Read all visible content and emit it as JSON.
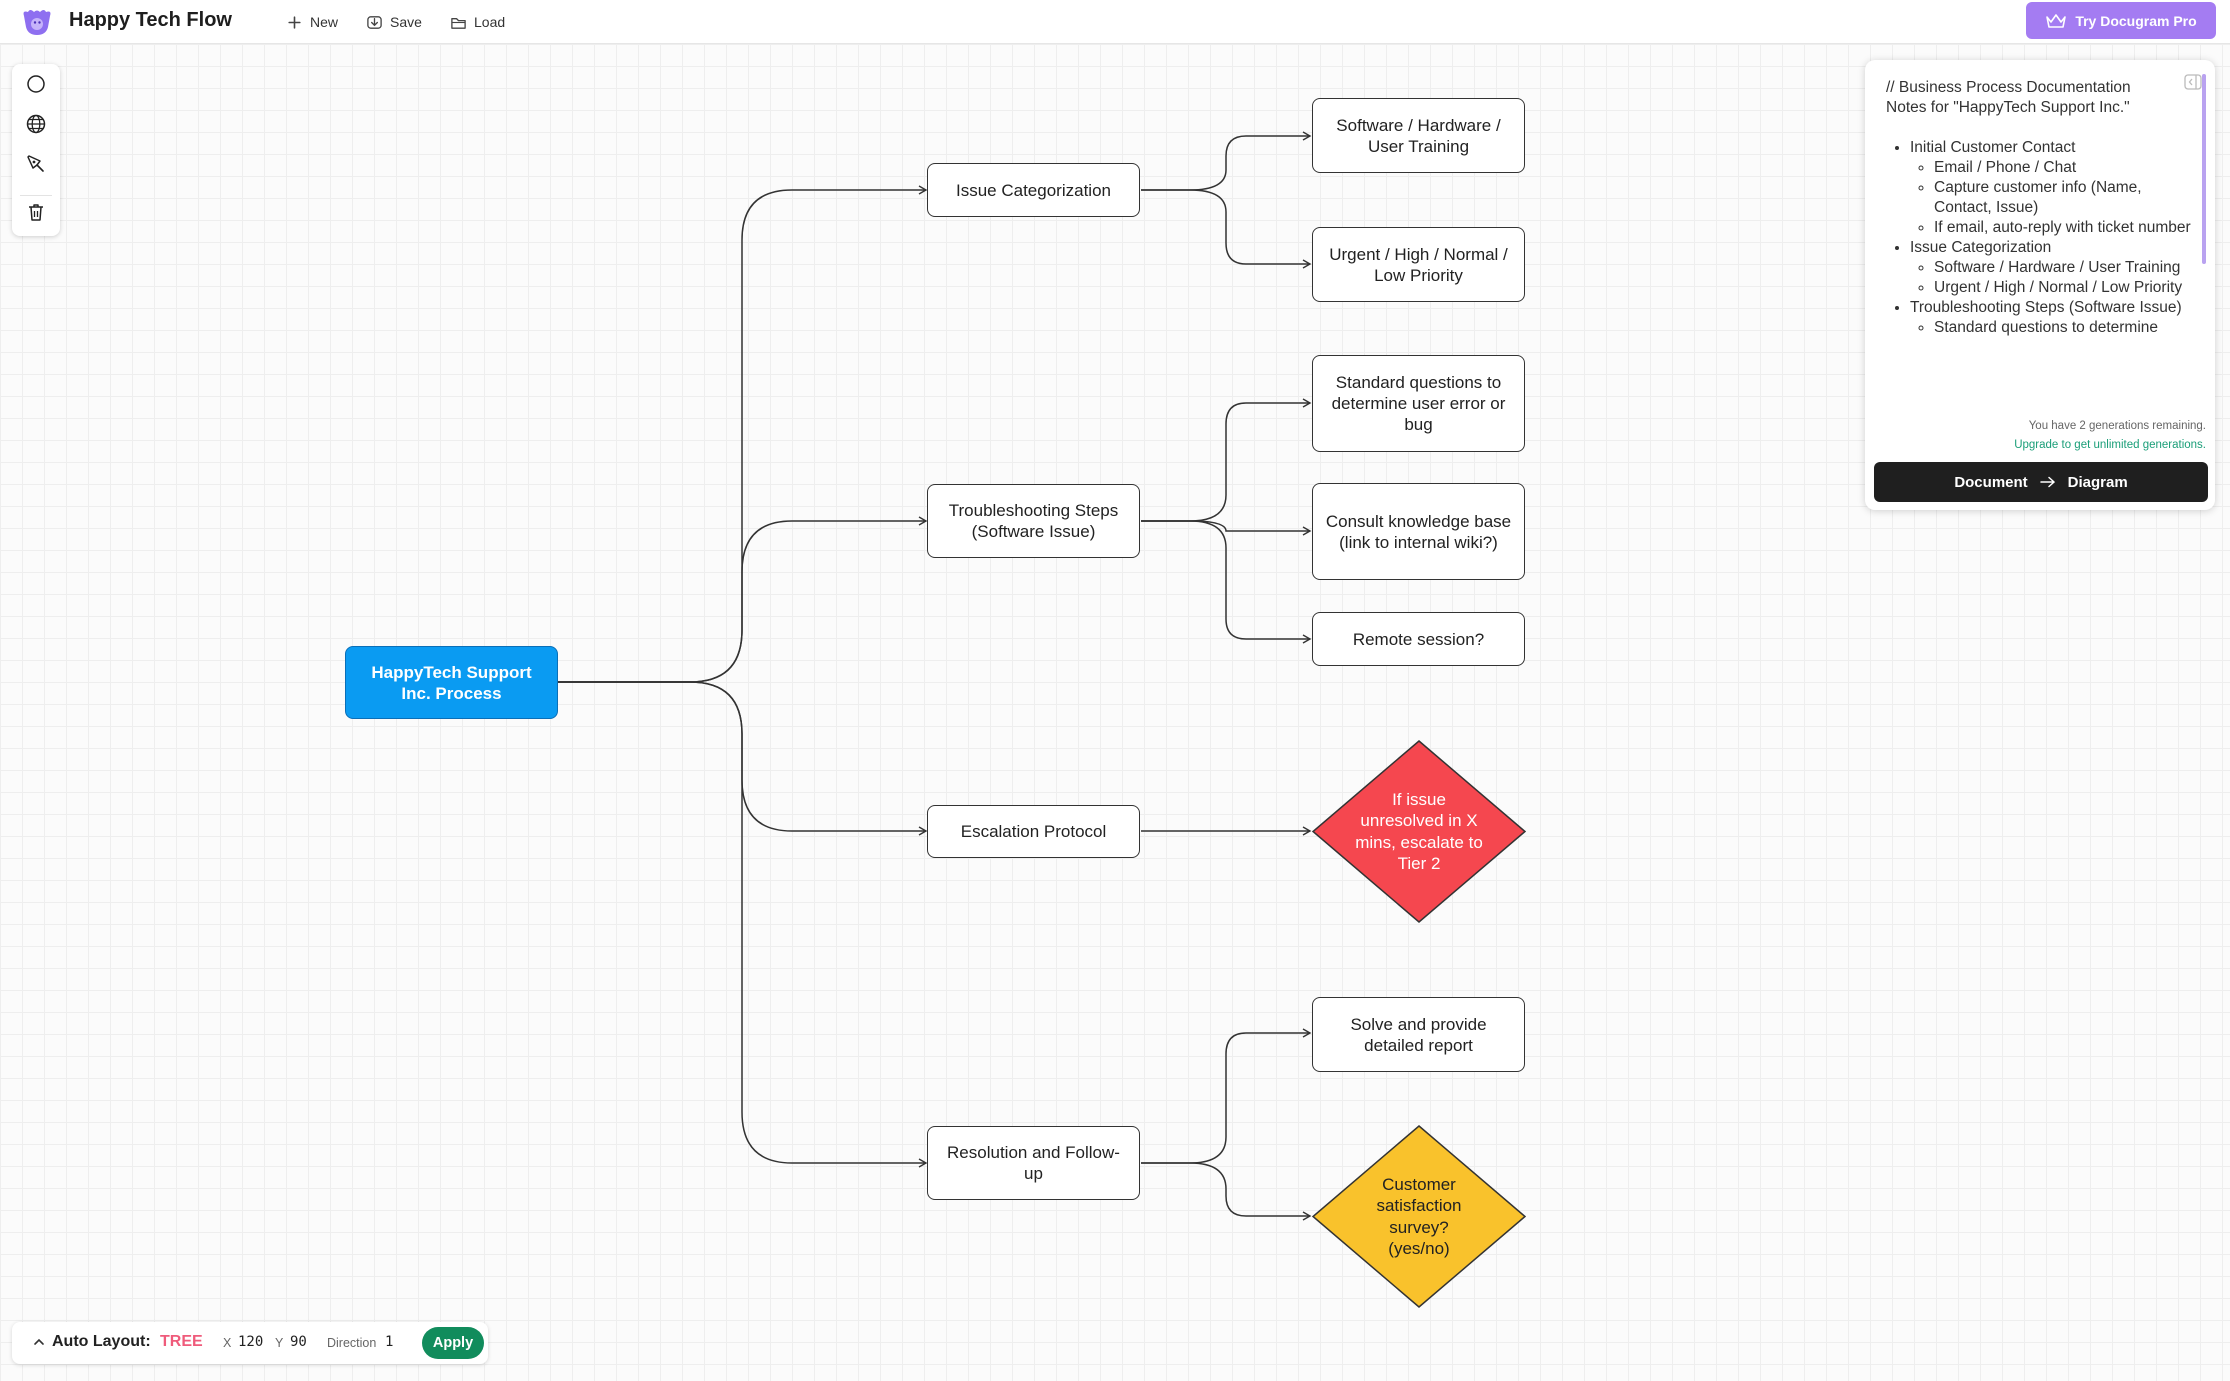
{
  "app": {
    "title": "Happy Tech Flow",
    "toolbar": {
      "new_label": "New",
      "save_label": "Save",
      "load_label": "Load"
    },
    "pro_button_label": "Try Docugram Pro"
  },
  "tools": [
    {
      "name": "circle-icon"
    },
    {
      "name": "globe-icon"
    },
    {
      "name": "pen-icon"
    },
    {
      "name": "trash-icon"
    }
  ],
  "diagram": {
    "root": "HappyTech Support Inc. Process",
    "level1": [
      "Issue Categorization",
      "Troubleshooting Steps (Software Issue)",
      "Escalation Protocol",
      "Resolution and Follow-up"
    ],
    "leaves": [
      "Software / Hardware / User Training",
      "Urgent / High / Normal / Low Priority",
      "Standard questions to determine user error or bug",
      "Consult knowledge base (link to internal wiki?)",
      "Remote session?",
      "If issue unresolved in X mins, escalate to Tier 2",
      "Solve and provide detailed report",
      "Customer satisfaction survey? (yes/no)"
    ],
    "colors": {
      "root_fill": "#0a9bf2",
      "escalation_diamond_fill": "#f5474f",
      "survey_diamond_fill": "#f9c22c"
    }
  },
  "panel": {
    "heading_line1": "// Business Process Documentation",
    "heading_line2": "Notes for \"HappyTech Support Inc.\"",
    "items": [
      {
        "label": "Initial Customer Contact",
        "children": [
          "Email / Phone / Chat",
          "Capture customer info (Name, Contact, Issue)",
          "If email, auto-reply with ticket number"
        ]
      },
      {
        "label": "Issue Categorization",
        "children": [
          "Software / Hardware / User Training",
          "Urgent / High / Normal / Low Priority"
        ]
      },
      {
        "label": "Troubleshooting Steps (Software Issue)",
        "children": [
          "Standard questions to determine"
        ]
      }
    ],
    "generations_remaining": "You have 2 generations remaining.",
    "upgrade_link": "Upgrade to get unlimited generations.",
    "convert_from": "Document",
    "convert_to": "Diagram"
  },
  "layout_bar": {
    "label": "Auto Layout:",
    "mode": "TREE",
    "x_label": "X",
    "x_value": "120",
    "y_label": "Y",
    "y_value": "90",
    "direction_label": "Direction",
    "direction_value": "1",
    "apply_label": "Apply"
  }
}
